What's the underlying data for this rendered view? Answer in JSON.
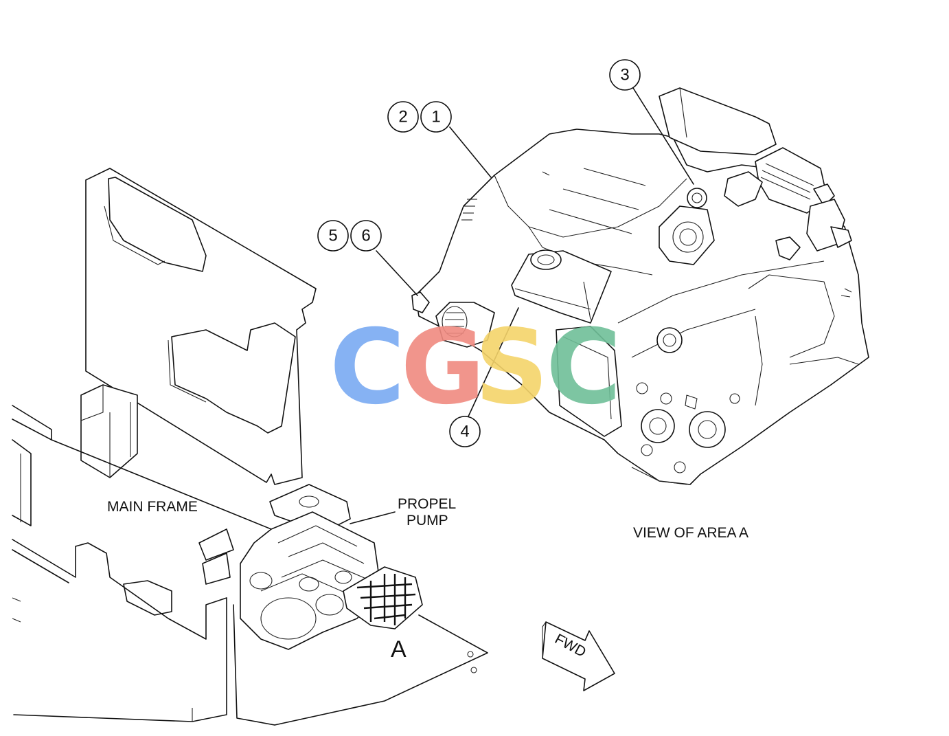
{
  "labels": {
    "main_frame": "MAIN FRAME",
    "propel_pump_line1": "PROPEL",
    "propel_pump_line2": "PUMP",
    "view_of_area": "VIEW OF AREA A",
    "area_marker": "A",
    "fwd": "FWD"
  },
  "callouts": [
    "1",
    "2",
    "3",
    "4",
    "5",
    "6"
  ],
  "watermark": {
    "letters": [
      "C",
      "G",
      "S",
      "C"
    ],
    "colors": [
      "#7aaaf2",
      "#f08a80",
      "#f5d46a",
      "#6fbf98"
    ]
  }
}
